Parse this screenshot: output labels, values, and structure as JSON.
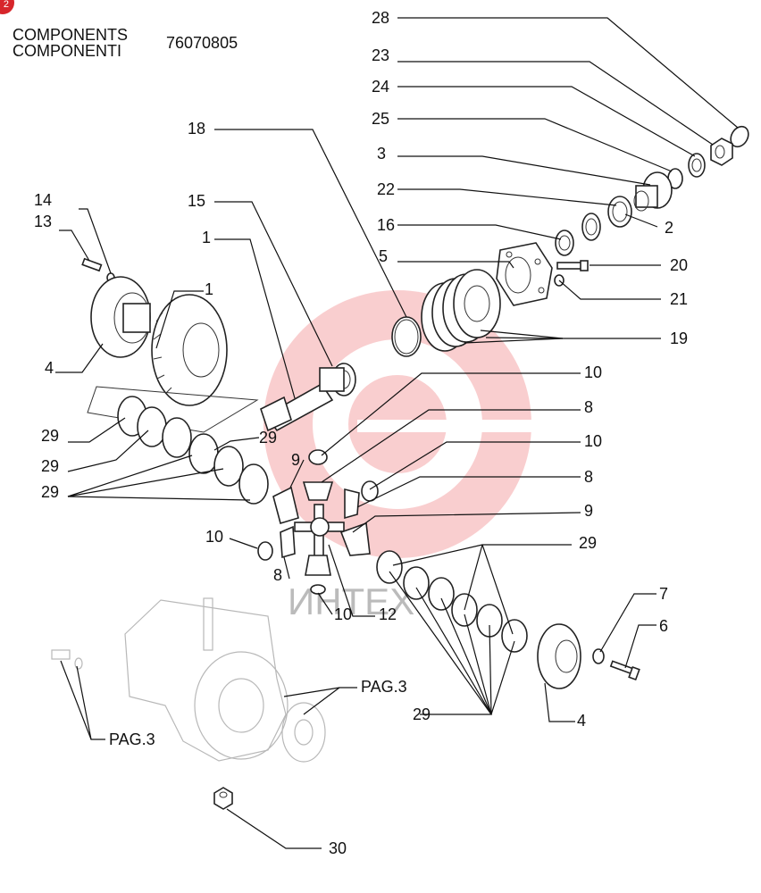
{
  "badge": "2",
  "header": {
    "title_en": "COMPONENTS",
    "title_it": "COMPONENTI",
    "code": "76070805"
  },
  "watermark": {
    "text": "ИНТЕХ",
    "color": "#e8262b"
  },
  "callouts": {
    "c28": "28",
    "c23": "23",
    "c24": "24",
    "c25": "25",
    "c3": "3",
    "c22": "22",
    "c2": "2",
    "c16": "16",
    "c5": "5",
    "c20": "20",
    "c21": "21",
    "c19": "19",
    "c18": "18",
    "c15": "15",
    "c1a": "1",
    "c1b": "1",
    "c14": "14",
    "c13": "13",
    "c4a": "4",
    "c29a": "29",
    "c29b": "29",
    "c29c": "29",
    "c29d": "29",
    "c10a": "10",
    "c8a": "8",
    "c10b": "10",
    "c8b": "8",
    "c9a": "9",
    "c9b": "9",
    "c29e": "29",
    "c10c": "10",
    "c8c": "8",
    "c10d": "10",
    "c12": "12",
    "c7": "7",
    "c6": "6",
    "c4b": "4",
    "c29f": "29",
    "c30": "30",
    "pag_a": "PAG.3",
    "pag_b": "PAG.3"
  }
}
